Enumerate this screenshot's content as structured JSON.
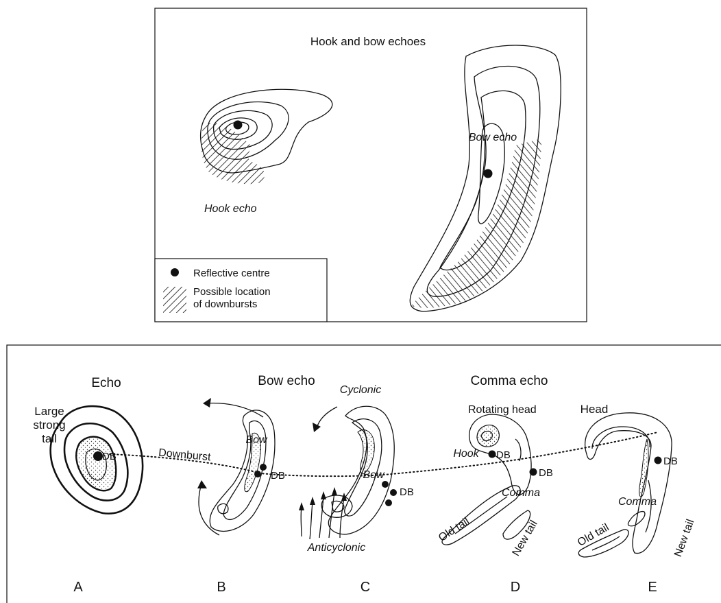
{
  "top_panel": {
    "title": "Hook and bow echoes",
    "hook_label": "Hook echo",
    "bow_label": "Bow echo",
    "legend": {
      "reflective_centre": "Reflective centre",
      "downbursts_line1": "Possible location",
      "downbursts_line2": "of downbursts"
    }
  },
  "bottom_panel": {
    "headers": {
      "echo": "Echo",
      "bow_echo": "Bow echo",
      "comma_echo": "Comma echo"
    },
    "labels": {
      "large": "Large",
      "strong": "strong",
      "tail": "tail",
      "downburst": "Downburst",
      "db": "DB",
      "bow": "Bow",
      "cyclonic": "Cyclonic",
      "anticyclonic": "Anticyclonic",
      "rotating_head": "Rotating head",
      "hook": "Hook",
      "comma": "Comma",
      "old_tail": "Old tail",
      "new_tail": "New tail",
      "head": "Head"
    },
    "stages": [
      "A",
      "B",
      "C",
      "D",
      "E"
    ]
  }
}
